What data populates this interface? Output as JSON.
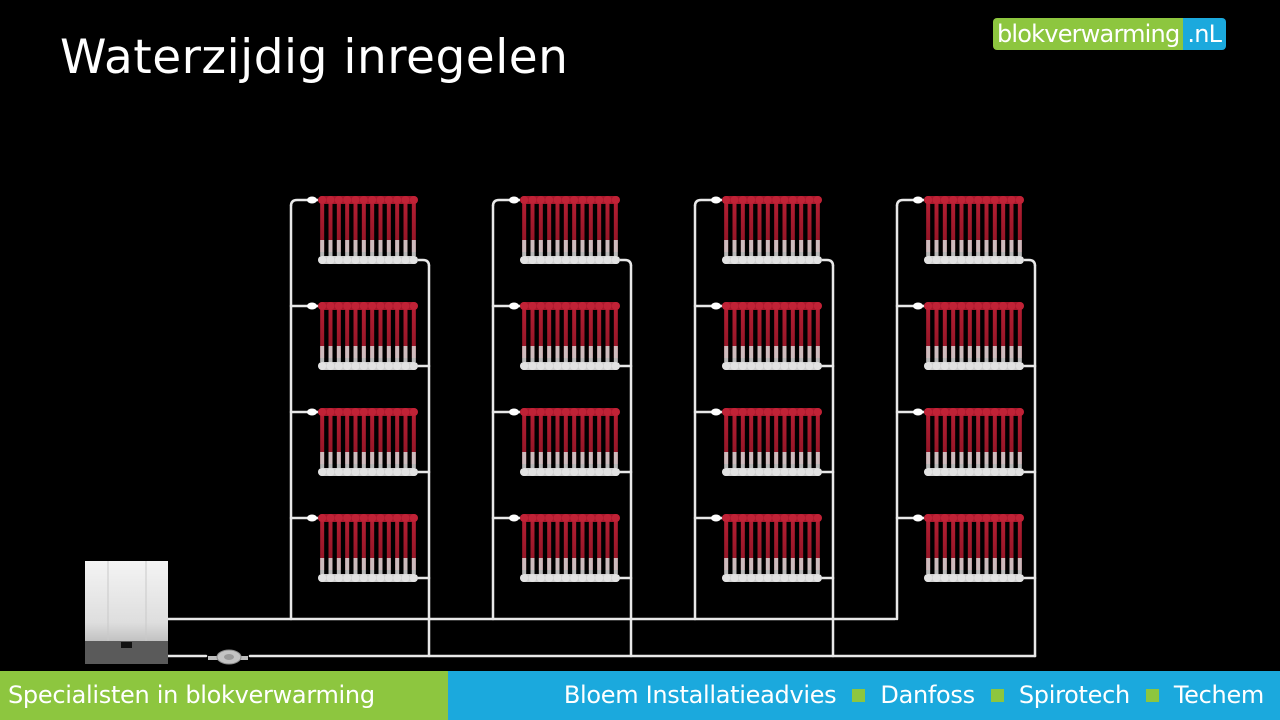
{
  "title": "Waterzijdig inregelen",
  "logo": {
    "main": "blokverwarming",
    "tld": ".nL"
  },
  "footer": {
    "left": "Specialisten in blokverwarming",
    "partners": [
      "Bloem Installatieadvies",
      "Danfoss",
      "Spirotech",
      "Techem"
    ]
  },
  "diagram": {
    "risers": 4,
    "radiators_per_riser": 4,
    "components": [
      "boiler",
      "pump",
      "radiators",
      "supply-pipe",
      "return-pipe"
    ]
  },
  "colors": {
    "background": "#000000",
    "radiator_hot": "#a8182c",
    "radiator_cold": "#d8d8d8",
    "pipe": "#e8e8e8",
    "brand_green": "#8dc63f",
    "brand_blue": "#1ba9dd"
  }
}
